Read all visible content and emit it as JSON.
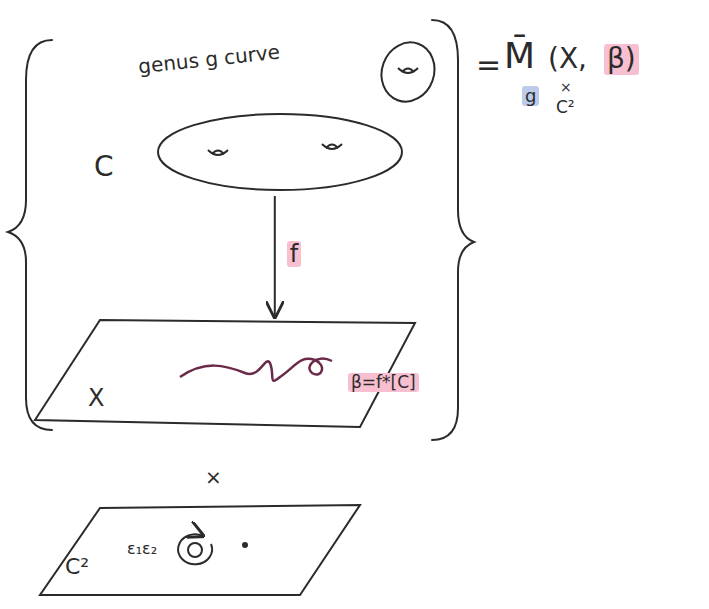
{
  "diagram": {
    "nodes": [
      {
        "text": [
          "genus g curve",
          "C"
        ]
      },
      {
        "text": [
          "X",
          "β=f*[C]"
        ]
      },
      {
        "text": [
          "C²",
          "ε₁ε₂"
        ]
      }
    ],
    "edges": [
      {
        "from": 0,
        "to": 1,
        "arrow": "to",
        "label": "f"
      }
    ],
    "labels": [
      "=",
      "M̄",
      "g",
      "(X,",
      "β)",
      "×",
      "C²",
      "×"
    ]
  }
}
